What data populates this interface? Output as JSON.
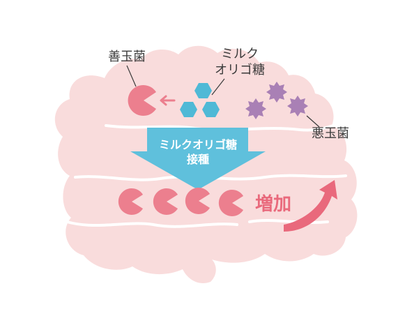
{
  "labels": {
    "good_bacteria": "善玉菌",
    "milk_oligo_line1": "ミルク",
    "milk_oligo_line2": "オリゴ糖",
    "bad_bacteria": "悪玉菌",
    "arrow_line1": "ミルクオリゴ糖",
    "arrow_line2": "接種",
    "increase": "増加"
  },
  "colors": {
    "intestine_fill": "#f9dcdc",
    "fold_line": "#ffffff",
    "good_bacteria": "#ec7f8e",
    "oligo_hexagon": "#4fb9d6",
    "bad_bacteria": "#a980b5",
    "down_arrow": "#5fc0dc",
    "increase_arrow": "#e9697c",
    "label_text": "#3a3a3a"
  },
  "icons": {
    "good_bacteria": "pacman-icon",
    "oligo": "hexagon-icon",
    "bad_bacteria": "spiky-germ-icon"
  }
}
